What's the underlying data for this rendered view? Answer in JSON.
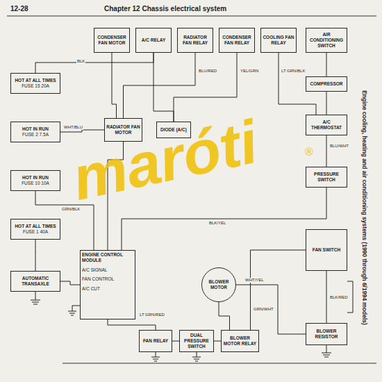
{
  "diagram": {
    "title": "Chapter 12 Chassis electrical system",
    "caption": "Engine cooling, heating and air conditioning systems (1990 through 6/1994 models)",
    "nodes": [
      {
        "text": [
          "HOT AT ALL TIMES",
          "FUSE 15 20A"
        ]
      },
      {
        "text": [
          "HOT IN RUN",
          "FUSE 2 7.5A"
        ]
      },
      {
        "text": [
          "HOT IN RUN",
          "FUSE 10 10A"
        ]
      },
      {
        "text": [
          "HOT AT ALL TIMES",
          "FUSE 1 40A"
        ]
      },
      {
        "text": [
          "CONDENSER FAN MOTOR"
        ]
      },
      {
        "text": [
          "A/C RELAY"
        ]
      },
      {
        "text": [
          "RADIATOR FAN RELAY"
        ]
      },
      {
        "text": [
          "CONDENSER FAN RELAY"
        ]
      },
      {
        "text": [
          "COOLING FAN RELAY"
        ]
      },
      {
        "text": [
          "AIR CONDITIONING SWITCH"
        ]
      },
      {
        "text": [
          "RADIATOR FAN MOTOR"
        ]
      },
      {
        "text": [
          "DIODE (A/C)"
        ]
      },
      {
        "text": [
          "COMPRESSOR"
        ]
      },
      {
        "text": [
          "A/C THERMOSTAT"
        ]
      },
      {
        "text": [
          "PRESSURE SWITCH"
        ]
      },
      {
        "text": [
          "AUTOMATIC TRANSAXLE"
        ]
      },
      {
        "text": [
          "ENGINE CONTROL MODULE",
          "A/C SIGNAL",
          "FAN CONTROL",
          "A/C CUT"
        ]
      },
      {
        "text": [
          "BLOWER MOTOR"
        ]
      },
      {
        "text": [
          "FAN SWITCH"
        ]
      },
      {
        "text": [
          "FAN RELAY"
        ]
      },
      {
        "text": [
          "DUAL PRESSURE SWITCH"
        ]
      },
      {
        "text": [
          "BLOWER MOTOR RELAY"
        ]
      },
      {
        "text": [
          "BLOWER RESISTOR"
        ]
      }
    ],
    "edges": [
      {
        "from": 0,
        "to": 5,
        "arrow": "none"
      },
      {
        "from": 1,
        "to": 10,
        "arrow": "none"
      },
      {
        "from": 2,
        "to": 16,
        "arrow": "none"
      },
      {
        "from": 3,
        "to": 15,
        "arrow": "none"
      },
      {
        "from": 15,
        "to": 16,
        "arrow": "none"
      },
      {
        "from": 5,
        "to": 11,
        "arrow": "none"
      },
      {
        "from": 6,
        "to": 10,
        "arrow": "none"
      },
      {
        "from": 7,
        "to": 11,
        "arrow": "none"
      },
      {
        "from": 4,
        "to": 10,
        "arrow": "none"
      },
      {
        "from": 8,
        "to": 13,
        "arrow": "none"
      },
      {
        "from": 9,
        "to": 12,
        "arrow": "none"
      },
      {
        "from": 12,
        "to": 13,
        "arrow": "none"
      },
      {
        "from": 13,
        "to": 14,
        "arrow": "none"
      },
      {
        "from": 14,
        "to": 16,
        "arrow": "none"
      },
      {
        "from": 10,
        "to": 16,
        "arrow": "none"
      },
      {
        "from": 16,
        "to": 19,
        "arrow": "none"
      },
      {
        "from": 19,
        "to": 20,
        "arrow": "none"
      },
      {
        "from": 20,
        "to": 21,
        "arrow": "none"
      },
      {
        "from": 21,
        "to": 17,
        "arrow": "none"
      },
      {
        "from": 17,
        "to": 22,
        "arrow": "none"
      },
      {
        "from": 22,
        "to": 18,
        "arrow": "none"
      },
      {
        "from": 18,
        "to": 21,
        "arrow": "none"
      }
    ],
    "labels": [
      "12-28",
      "maróti",
      "®",
      "BLK",
      "WHT/BLU",
      "BLU/RED",
      "YEL/GRN",
      "LT GRN/BLK",
      "GRN/BLK",
      "BLK/YEL",
      "BLU/WHT",
      "WHT/YEL",
      "BLK/RED",
      "LT GRN/RED",
      "GRN/WHT"
    ]
  }
}
